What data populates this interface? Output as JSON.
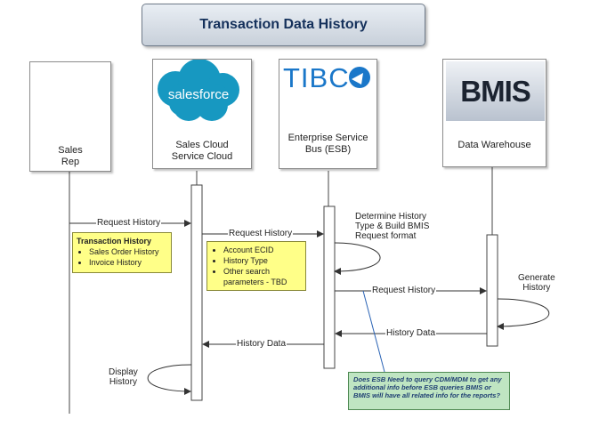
{
  "title": "Transaction Data History",
  "actors": {
    "sales_rep": {
      "line1": "Sales",
      "line2": "Rep"
    },
    "salesforce": {
      "logo": "salesforce",
      "line1": "Sales Cloud",
      "line2": "Service Cloud"
    },
    "tibco": {
      "logo": "TIBC",
      "line1": "Enterprise Service",
      "line2": "Bus (ESB)"
    },
    "bmis": {
      "logo": "BMIS",
      "line1": "Data Warehouse"
    }
  },
  "messages": {
    "m1": "Request History",
    "m2": "Request History",
    "m3": "Request History",
    "m4": "History Data",
    "m5": "History Data"
  },
  "self_notes": {
    "determine_l1": "Determine History",
    "determine_l2": "Type & Build BMIS",
    "determine_l3": "Request format",
    "generate_l1": "Generate",
    "generate_l2": "History",
    "display_l1": "Display",
    "display_l2": "History"
  },
  "note_transaction": {
    "heading": "Transaction History",
    "items": [
      "Sales Order History",
      "Invoice History"
    ]
  },
  "note_search": {
    "items": [
      "Account ECID",
      "History Type",
      "Other search parameters - TBD"
    ]
  },
  "question": "Does ESB Need to query CDM/MDM to get any additional info before ESB queries BMIS or BMIS will have all related info for the reports?",
  "colors": {
    "title_text": "#14305b",
    "note_fill": "#ffff88",
    "question_fill": "#bfe5c2",
    "salesforce_blue": "#1798c1",
    "tibco_blue": "#1a77c9"
  },
  "icons": [
    "person-icon",
    "salesforce-cloud-logo",
    "tibco-logo",
    "bmis-logo"
  ]
}
